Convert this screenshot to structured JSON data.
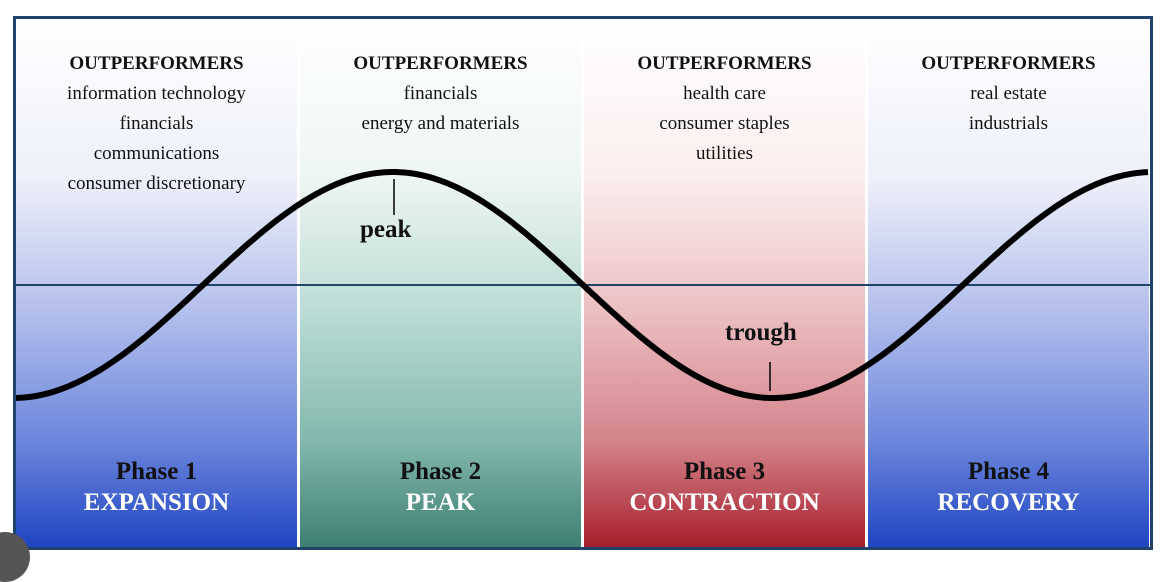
{
  "phases": [
    {
      "phase": "Phase 1",
      "name": "EXPANSION",
      "heading": "OUTPERFORMERS",
      "sectors": [
        "information technology",
        "financials",
        "communications",
        "consumer discretionary"
      ]
    },
    {
      "phase": "Phase 2",
      "name": "PEAK",
      "heading": "OUTPERFORMERS",
      "sectors": [
        "financials",
        "energy and materials"
      ]
    },
    {
      "phase": "Phase 3",
      "name": "CONTRACTION",
      "heading": "OUTPERFORMERS",
      "sectors": [
        "health care",
        "consumer staples",
        "utilities"
      ]
    },
    {
      "phase": "Phase 4",
      "name": "RECOVERY",
      "heading": "OUTPERFORMERS",
      "sectors": [
        "real estate",
        "industrials"
      ]
    }
  ],
  "labels": {
    "peak": "peak",
    "trough": "trough"
  },
  "colors": {
    "frame": "#21436b",
    "expansion": "#1f45c2",
    "peak": "#3e7f71",
    "contraction": "#a61f2c",
    "recovery": "#1f45c2"
  }
}
